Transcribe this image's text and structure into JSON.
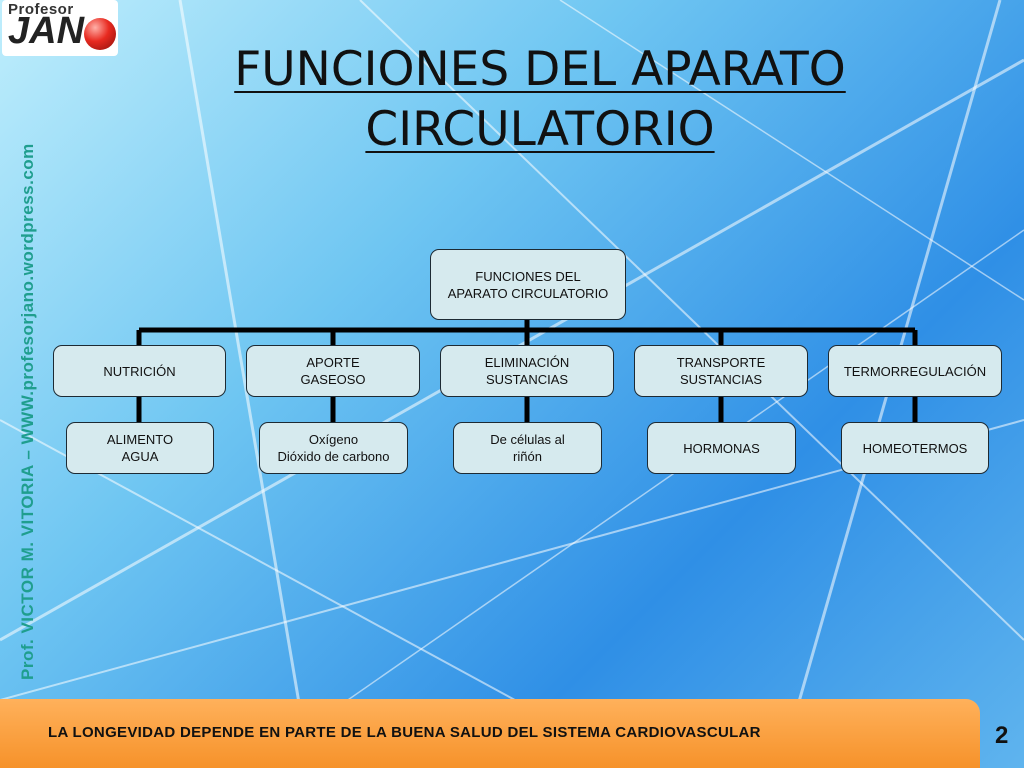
{
  "logo": {
    "top_text": "Profesor",
    "main_text": "JAN"
  },
  "side_text": "Prof. VICTOR M. VITORIA – WWW.profesorjano.wordpress.com",
  "title": {
    "line1": "FUNCIONES DEL APARATO",
    "line2": "CIRCULATORIO"
  },
  "diagram": {
    "root": "FUNCIONES DEL\nAPARATO CIRCULATORIO",
    "branches": [
      {
        "label": "NUTRICIÓN",
        "child": "ALIMENTO\nAGUA"
      },
      {
        "label": "APORTE\nGASEOSO",
        "child": "Oxígeno\nDióxido de carbono"
      },
      {
        "label": "ELIMINACIÓN\nSUSTANCIAS",
        "child": "De células al\nriñón"
      },
      {
        "label": "TRANSPORTE\nSUSTANCIAS",
        "child": "HORMONAS"
      },
      {
        "label": "TERMORREGULACIÓN",
        "child": "HOMEOTERMOS"
      }
    ]
  },
  "footer": {
    "text": "LA LONGEVIDAD DEPENDE EN PARTE DE LA BUENA SALUD DEL SISTEMA CARDIOVASCULAR"
  },
  "page_number": "2",
  "colors": {
    "box_fill": "#d6eaee",
    "footer": "#f6922a",
    "side_text": "#1f9e8e"
  }
}
